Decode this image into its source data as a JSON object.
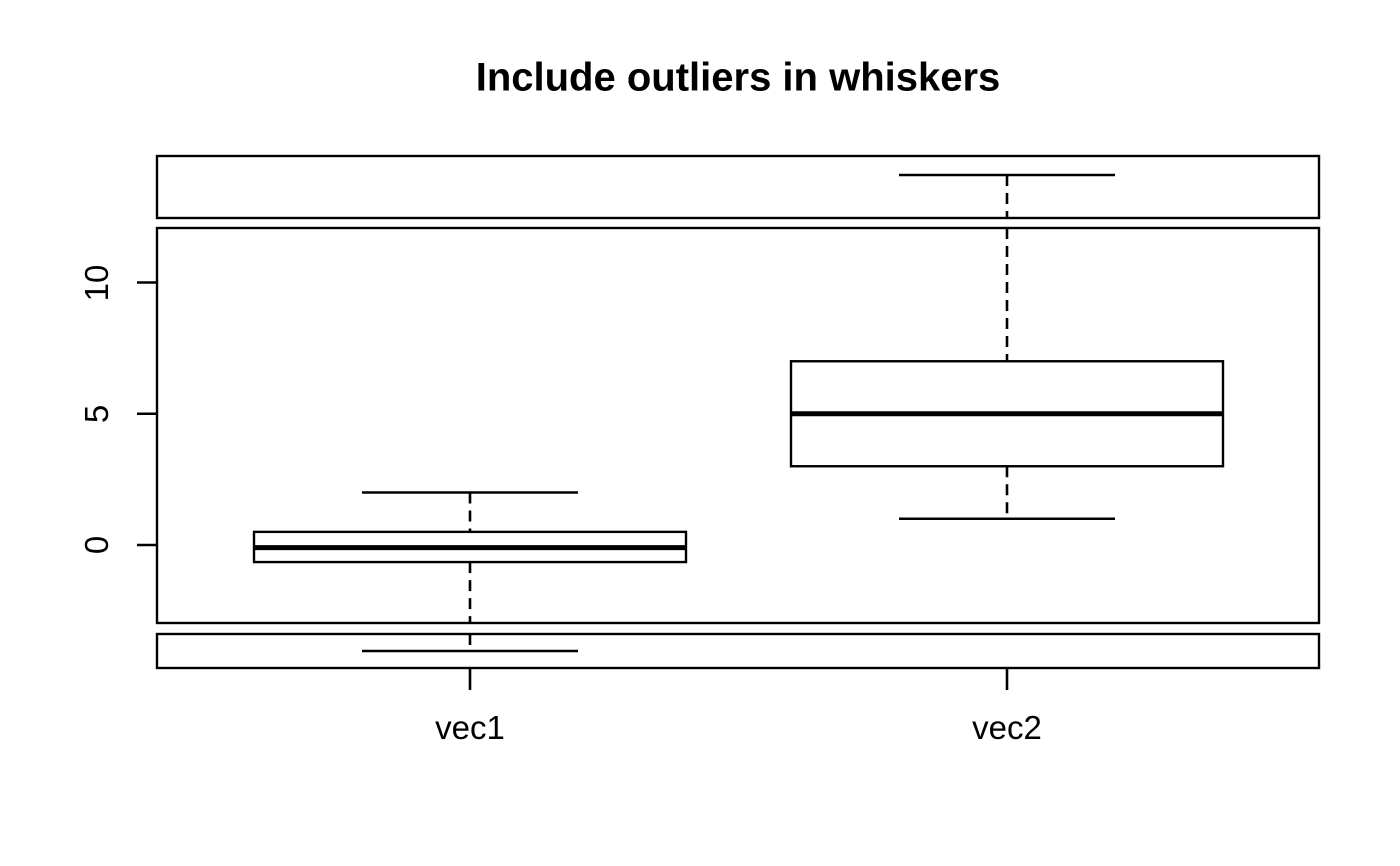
{
  "title": "Include outliers in whiskers",
  "y_axis": {
    "tick_labels": [
      "0",
      "5",
      "10"
    ]
  },
  "x_axis": {
    "labels": [
      "vec1",
      "vec2"
    ]
  },
  "colors": {
    "foreground": "#000000",
    "background": "#ffffff"
  },
  "chart_data": {
    "type": "boxplot",
    "title": "Include outliers in whiskers",
    "categories": [
      "vec1",
      "vec2"
    ],
    "series": [
      {
        "name": "vec1",
        "lower_whisker": -4,
        "q1": -0.65,
        "median": -0.1,
        "q3": 0.5,
        "upper_whisker": 2
      },
      {
        "name": "vec2",
        "lower_whisker": 1,
        "q1": 3,
        "median": 5,
        "q3": 7,
        "upper_whisker": 14
      }
    ],
    "y_ticks": [
      0,
      5,
      10
    ],
    "main_panel_ylim": [
      -3,
      12.1
    ],
    "top_gap_panel_ylim": [
      12.35,
      14.7
    ],
    "bottom_gap_panel_ylim": [
      -4.65,
      -3.35
    ],
    "whisker_style": "dashed",
    "legend": "none",
    "grid": "off",
    "notes": "Gap boxplot: whiskers include outliers; extreme whisker ends (-4, 14) drawn in separate gap panels"
  }
}
